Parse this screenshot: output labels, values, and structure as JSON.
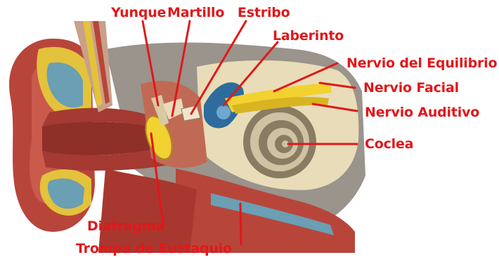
{
  "labels": {
    "yunque": "Yunque",
    "martillo": "Martillo",
    "estribo": "Estribo",
    "laberinto": "Laberinto",
    "nervio_equilibrio": "Nervio del Equilibrio",
    "nervio_facial": "Nervio Facial",
    "nervio_auditivo": "Nervio Auditivo",
    "coclea": "Coclea",
    "diafragma": "Diafragma",
    "trompa": "Trompa de Eustaquio"
  },
  "colors": {
    "label_red": "#e0181b",
    "skin": "#b8453a",
    "bone": "#e9dcb8",
    "fat_yellow": "#e3c23c",
    "cartilage_blue": "#6a9fb4",
    "canal_red": "#8e2f28",
    "nerve_yellow": "#f2d230",
    "labyrinth_blue": "#2d6c9c"
  }
}
